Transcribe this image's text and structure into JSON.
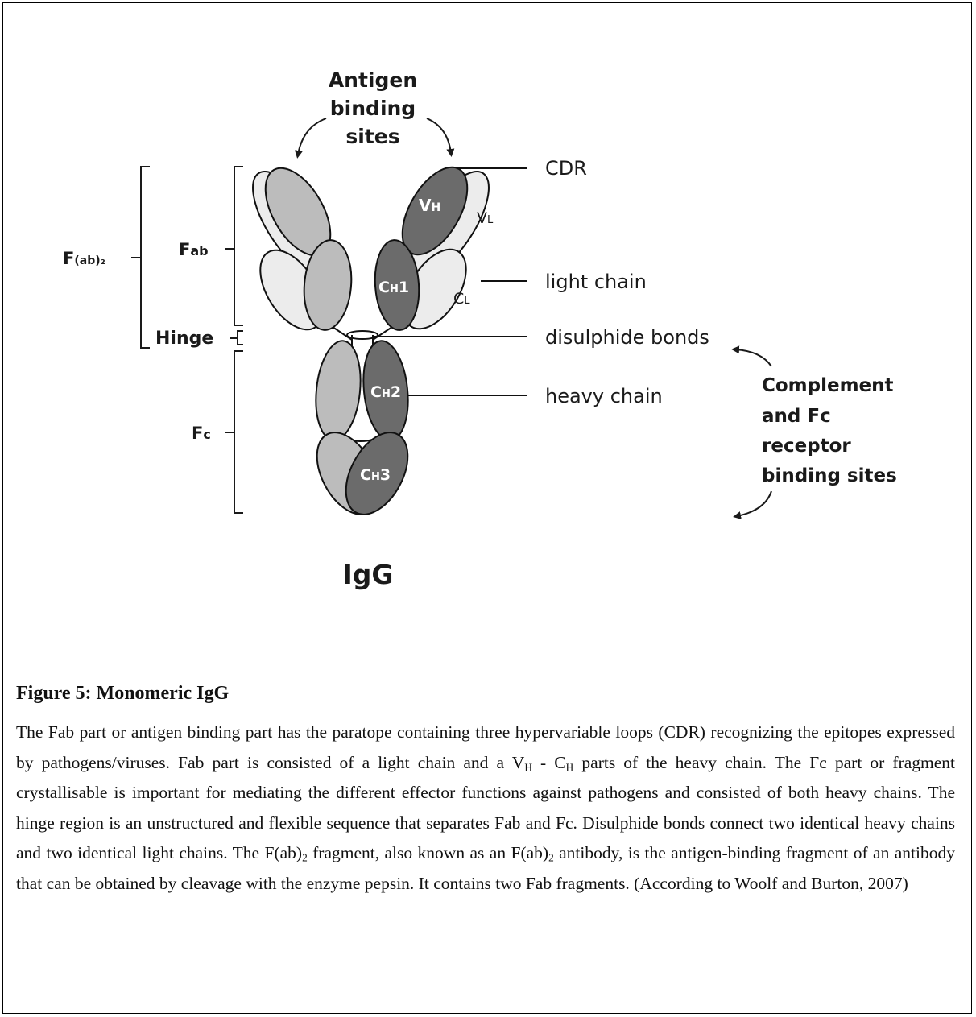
{
  "diagram": {
    "top_label": [
      "Antigen",
      "binding",
      "sites"
    ],
    "left_brackets": {
      "fab2": {
        "main": "F",
        "sub": "(ab)₂"
      },
      "fab": {
        "main": "F",
        "sub": "ab"
      },
      "hinge": "Hinge",
      "fc": {
        "main": "F",
        "sub": "c"
      }
    },
    "domains": {
      "vh": {
        "main": "V",
        "sub": "H"
      },
      "vl": {
        "main": "V",
        "sub": "L"
      },
      "ch1": {
        "main": "C",
        "sub": "H",
        "suffix": "1"
      },
      "cl": {
        "main": "C",
        "sub": "L"
      },
      "ch2": {
        "main": "C",
        "sub": "H",
        "suffix": "2"
      },
      "ch3": {
        "main": "C",
        "sub": "H",
        "suffix": "3"
      }
    },
    "callouts": {
      "cdr": "CDR",
      "light_chain": "light chain",
      "disulphide": "disulphide bonds",
      "heavy_chain": "heavy chain"
    },
    "complement_label": [
      "Complement",
      "and Fc",
      "receptor",
      "binding sites"
    ],
    "molecule_name": "IgG",
    "colors": {
      "dark": "#6b6b6b",
      "medium": "#bcbcbc",
      "light": "#ececec",
      "outline": "#111111"
    }
  },
  "caption": {
    "title": "Figure 5: Monomeric IgG",
    "seg1": "The Fab part or antigen binding part has the paratope containing three hypervariable loops (CDR) recognizing the epitopes expressed by pathogens/viruses. Fab part is consisted of a light chain and a V",
    "sub_h1": "H",
    "seg2": " - C",
    "sub_h2": "H",
    "seg3": " parts of the heavy chain. The Fc part or fragment crystallisable is important for mediating the different effector functions against pathogens and consisted of both heavy chains. The hinge region is an unstructured and flexible sequence that separates Fab and Fc. Disulphide bonds connect two identical heavy chains and two identical light chains. The F(ab)",
    "sub_2a": "2",
    "seg4": " fragment, also known as an F(ab)",
    "sub_2b": "2",
    "seg5": " antibody, is the antigen-binding fragment of an antibody that can be obtained by cleavage with the enzyme pepsin. It contains two Fab fragments. (According to Woolf and Burton, 2007)"
  }
}
